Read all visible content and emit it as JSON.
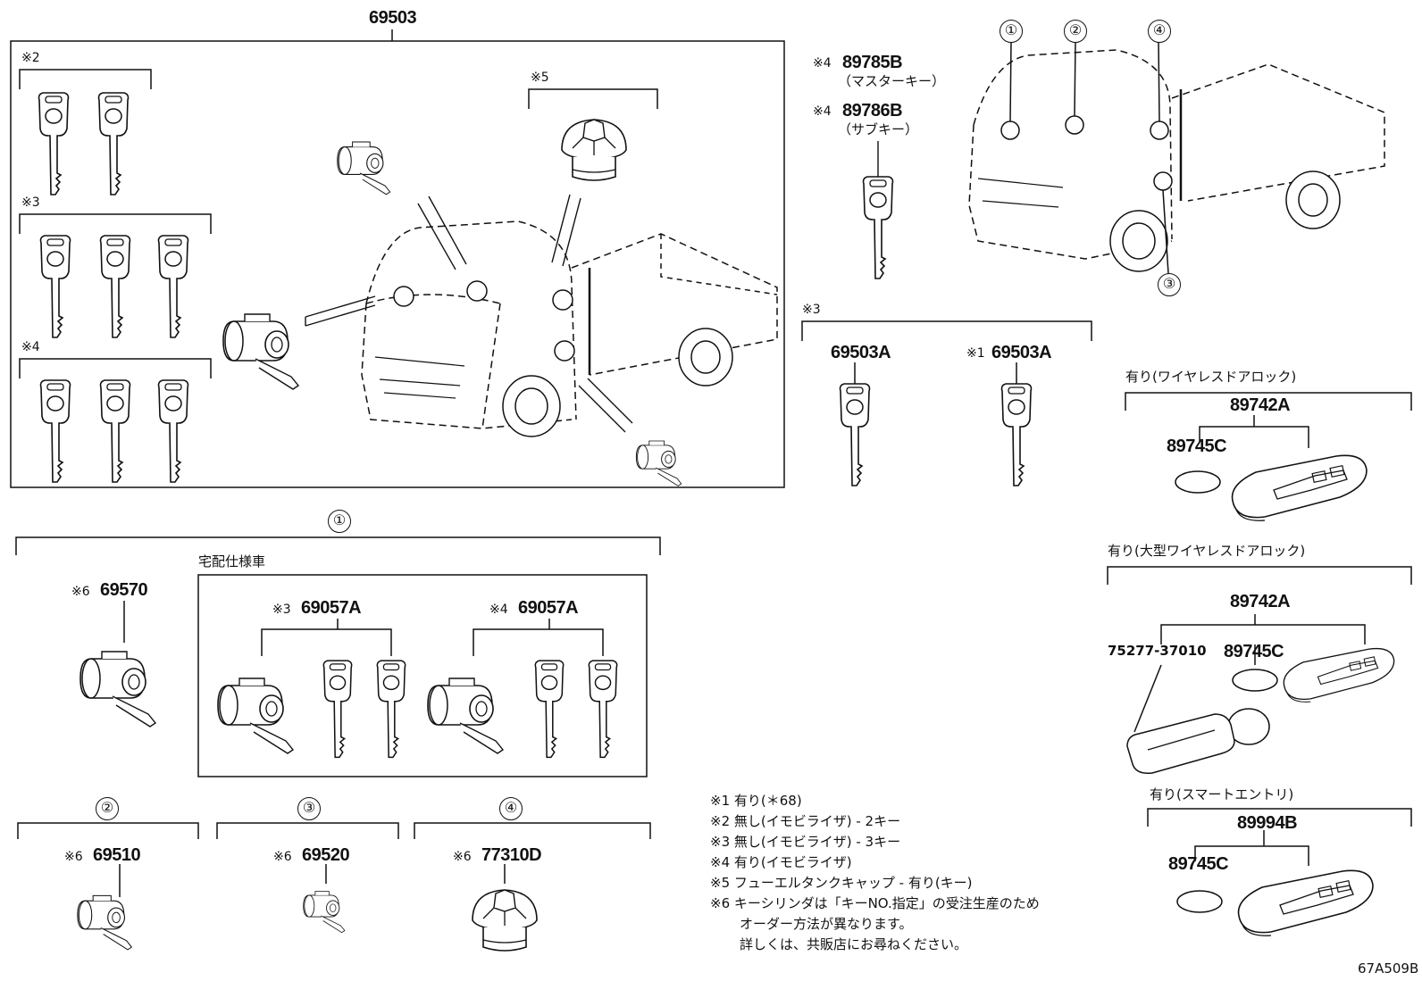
{
  "figure_code": "67A509B",
  "assembly": {
    "part_number": "69503"
  },
  "assembly_marks": {
    "m2": "※2",
    "m3": "※3",
    "m4": "※4",
    "m5": "※5"
  },
  "callouts": [
    "①",
    "②",
    "③",
    "④"
  ],
  "master_key": {
    "mark": "※4",
    "part_number": "89785B",
    "caption": "（マスターキー）"
  },
  "sub_key": {
    "mark": "※4",
    "part_number": "89786B",
    "caption": "（サブキー）"
  },
  "key_group": {
    "mark": "※3",
    "left": {
      "part_number": "69503A"
    },
    "right": {
      "mark": "※1",
      "part_number": "69503A"
    }
  },
  "wireless": {
    "label": "有り(ワイヤレスドアロック)",
    "part_number": "89742A",
    "battery": "89745C"
  },
  "large_wireless": {
    "label": "有り(大型ワイヤレスドアロック)",
    "part_number": "89742A",
    "tag": "75277-37010",
    "battery": "89745C"
  },
  "smart_entry": {
    "label": "有り(スマートエントリ)",
    "part_number": "89994B",
    "battery": "89745C"
  },
  "section1": {
    "callout": "①",
    "cylinder": {
      "mark": "※6",
      "part_number": "69570"
    },
    "delivery_label": "宅配仕様車",
    "set_a": {
      "mark": "※3",
      "part_number": "69057A"
    },
    "set_b": {
      "mark": "※4",
      "part_number": "69057A"
    }
  },
  "section2": {
    "callout": "②",
    "mark": "※6",
    "part_number": "69510"
  },
  "section3": {
    "callout": "③",
    "mark": "※6",
    "part_number": "69520"
  },
  "section4": {
    "callout": "④",
    "mark": "※6",
    "part_number": "77310D"
  },
  "notes": [
    "※1 有り(＊68)",
    "※2 無し(イモビライザ) - 2キー",
    "※3 無し(イモビライザ) - 3キー",
    "※4 有り(イモビライザ)",
    "※5 フューエルタンクキャップ - 有り(キー)",
    "※6 キーシリンダは「キーNO.指定」の受注生産のため",
    "オーダー方法が異なります。",
    "詳しくは、共販店にお尋ねください。"
  ]
}
